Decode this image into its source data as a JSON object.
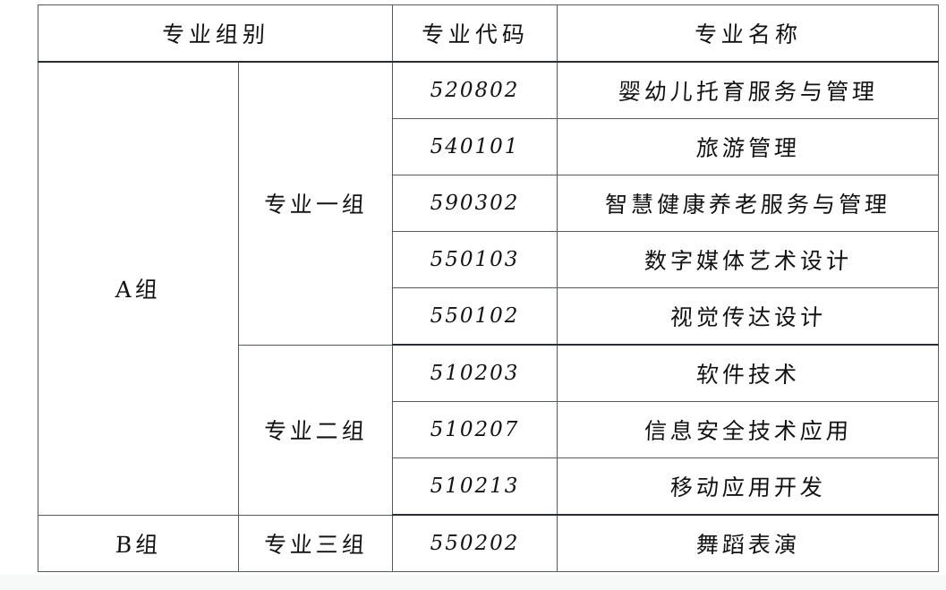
{
  "document": {
    "type": "table",
    "language": "zh-CN",
    "background_color": "#ffffff",
    "text_color": "#121212",
    "border_color": "#555a5d"
  },
  "table": {
    "headers": {
      "group": "专业组别",
      "code": "专业代码",
      "name": "专业名称"
    },
    "groups": [
      {
        "group_label": "A组",
        "row_span": 8,
        "subgroups": [
          {
            "subgroup_label": "专业一组",
            "row_span": 5,
            "rows": [
              {
                "code": "520802",
                "name": "婴幼儿托育服务与管理"
              },
              {
                "code": "540101",
                "name": "旅游管理"
              },
              {
                "code": "590302",
                "name": "智慧健康养老服务与管理"
              },
              {
                "code": "550103",
                "name": "数字媒体艺术设计"
              },
              {
                "code": "550102",
                "name": "视觉传达设计"
              }
            ]
          },
          {
            "subgroup_label": "专业二组",
            "row_span": 3,
            "rows": [
              {
                "code": "510203",
                "name": "软件技术"
              },
              {
                "code": "510207",
                "name": "信息安全技术应用"
              },
              {
                "code": "510213",
                "name": "移动应用开发"
              }
            ]
          }
        ]
      },
      {
        "group_label": "B组",
        "row_span": 1,
        "subgroups": [
          {
            "subgroup_label": "专业三组",
            "row_span": 1,
            "rows": [
              {
                "code": "550202",
                "name": "舞蹈表演"
              }
            ]
          }
        ]
      }
    ]
  }
}
